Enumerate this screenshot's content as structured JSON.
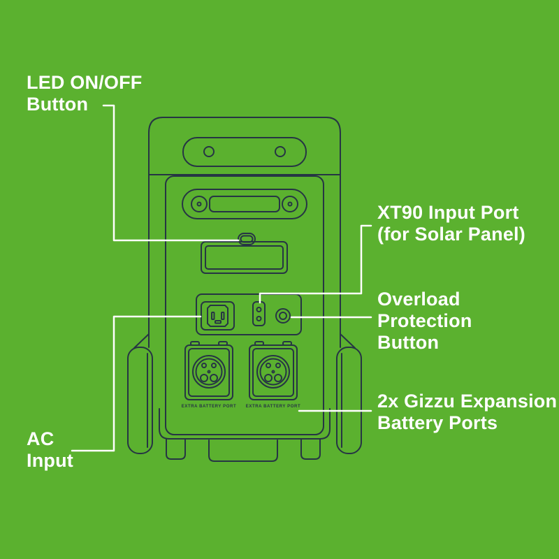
{
  "colors": {
    "background": "#5bb12f",
    "line": "#263544",
    "callout": "#ffffff",
    "text": "#ffffff"
  },
  "callouts": {
    "led": {
      "lines": [
        "LED ON/OFF",
        "Button"
      ]
    },
    "xt90": {
      "lines": [
        "XT90 Input Port",
        "(for Solar Panel)"
      ]
    },
    "overload": {
      "lines": [
        "Overload",
        "Protection",
        "Button"
      ]
    },
    "expansion": {
      "lines": [
        "2x Gizzu Expansion",
        "Battery Ports"
      ]
    },
    "ac": {
      "lines": [
        "AC",
        "Input"
      ]
    }
  },
  "device": {
    "battery_port_caption_left": "EXTRA BATTERY PORT",
    "battery_port_caption_right": "EXTRA BATTERY PORT"
  }
}
